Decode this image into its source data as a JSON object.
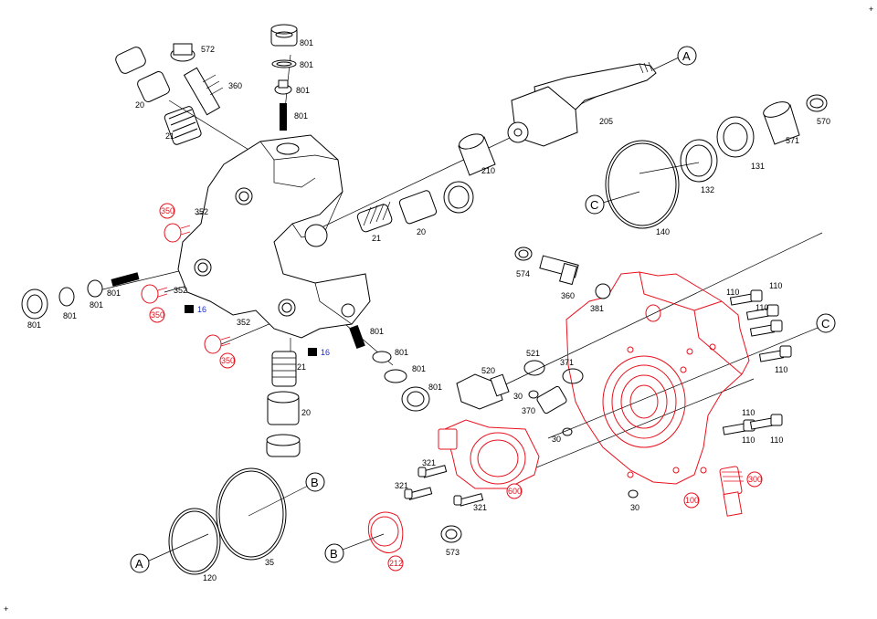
{
  "corner_marks": {
    "top_right": "+",
    "bottom_left": "+"
  },
  "callouts": {
    "A": "A",
    "B": "B",
    "C": "C"
  },
  "labels": {
    "p572": "572",
    "p360": "360",
    "p20a": "20",
    "p21a": "21",
    "p801a": "801",
    "p801b": "801",
    "p801c": "801",
    "p801d": "801",
    "p205": "205",
    "p210": "210",
    "p570": "570",
    "p571": "571",
    "p131": "131",
    "p132": "132",
    "p140": "140",
    "p352a": "352",
    "p21b": "21",
    "p20b": "20",
    "p801e": "801",
    "p801f": "801",
    "p801g": "801",
    "p352b": "352",
    "p352c": "352",
    "p21c": "21",
    "p20c": "20",
    "p801h": "801",
    "p801i": "801",
    "p801j": "801",
    "p574": "574",
    "p360b": "360",
    "p381": "381",
    "p110a": "110",
    "p110b": "110",
    "p110c": "110",
    "p110d": "110",
    "p110e": "110",
    "p110f": "110",
    "p110g": "110",
    "p520": "520",
    "p521": "521",
    "p371": "371",
    "p30a": "30",
    "p370": "370",
    "p30b": "30",
    "p30c": "30",
    "p321a": "321",
    "p321b": "321",
    "p321c": "321",
    "p573": "573",
    "p120": "120",
    "p35": "35"
  },
  "red_labels": {
    "p350a": "350",
    "p350b": "350",
    "p350c": "350",
    "p600": "600",
    "p100": "100",
    "p300": "300",
    "p212": "212"
  },
  "blue_labels": {
    "p16a": "16",
    "p16b": "16"
  },
  "colors": {
    "highlight": "#e8111d",
    "ink": "#000000",
    "blue": "#1a2bd0"
  }
}
